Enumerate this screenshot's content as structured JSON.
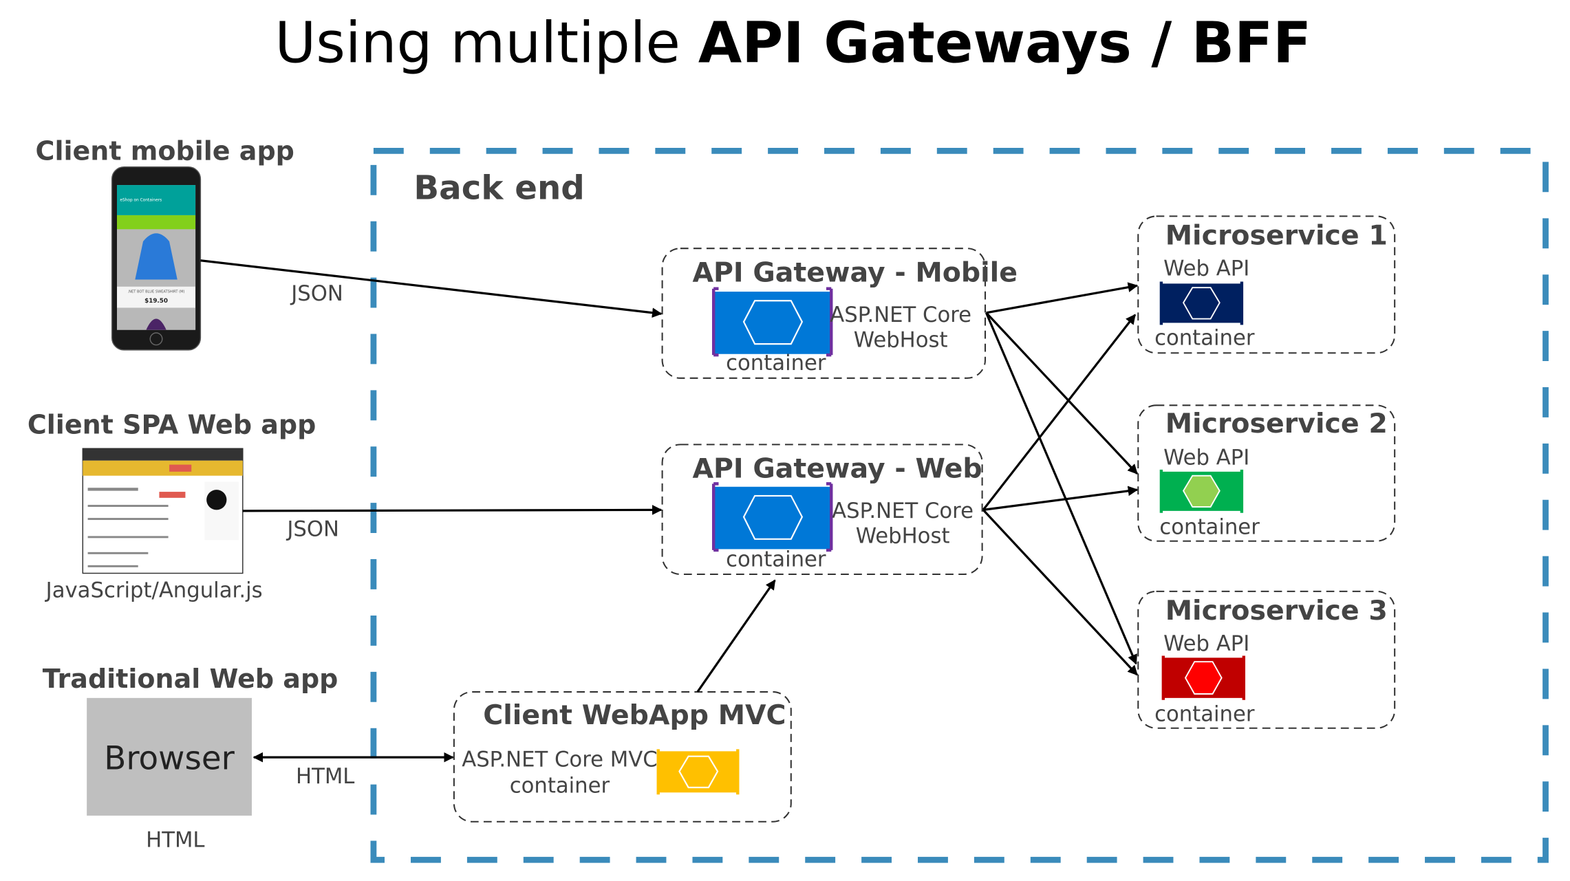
{
  "title": {
    "normal": "Using multiple ",
    "bold": "API Gateways / BFF"
  },
  "backend": {
    "label": "Back end",
    "border_color": "#3a8bbb"
  },
  "clients": {
    "mobile": {
      "label": "Client mobile app",
      "protocol": "JSON",
      "screen_title": "eShop on Containers",
      "product": ".NET BOT BLUE SWEATSHIRT (M)",
      "price": "$19.50"
    },
    "spa": {
      "label": "Client SPA Web app",
      "protocol": "JSON",
      "caption": "JavaScript/Angular.js"
    },
    "traditional": {
      "label": "Traditional Web app",
      "browser": "Browser",
      "protocol": "HTML",
      "caption": "HTML"
    }
  },
  "gateways": [
    {
      "title": "API Gateway - Mobile",
      "host_line1": "ASP.NET Core",
      "host_line2": "WebHost",
      "container": "container",
      "color": "#0078d7"
    },
    {
      "title": "API Gateway - Web",
      "host_line1": "ASP.NET Core",
      "host_line2": "WebHost",
      "container": "container",
      "color": "#0078d7"
    }
  ],
  "mvc": {
    "title": "Client WebApp MVC",
    "line1": "ASP.NET Core MVC",
    "line2": "container",
    "color": "#ffc000"
  },
  "microservices": [
    {
      "title": "Microservice 1",
      "api": "Web API",
      "container": "container",
      "color": "#002060",
      "hex_color": "#002060"
    },
    {
      "title": "Microservice 2",
      "api": "Web API",
      "container": "container",
      "color": "#00b050",
      "hex_color": "#92d050"
    },
    {
      "title": "Microservice 3",
      "api": "Web API",
      "container": "container",
      "color": "#c00000",
      "hex_color": "#ff0000"
    }
  ]
}
